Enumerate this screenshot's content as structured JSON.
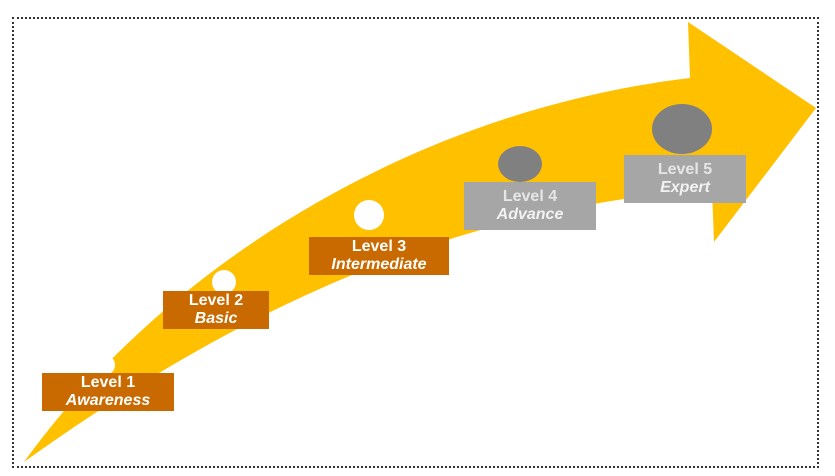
{
  "colors": {
    "arrow": "#ffc000",
    "completed_box": "#c96a00",
    "upcoming_box": "#a6a6a6",
    "completed_dot": "#ffffff",
    "upcoming_dot": "#808080"
  },
  "levels": [
    {
      "title": "Level 1",
      "name": "Awareness"
    },
    {
      "title": "Level 2",
      "name": "Basic"
    },
    {
      "title": "Level 3",
      "name": "Intermediate"
    },
    {
      "title": "Level 4",
      "name": "Advance"
    },
    {
      "title": "Level 5",
      "name": "Expert"
    }
  ]
}
